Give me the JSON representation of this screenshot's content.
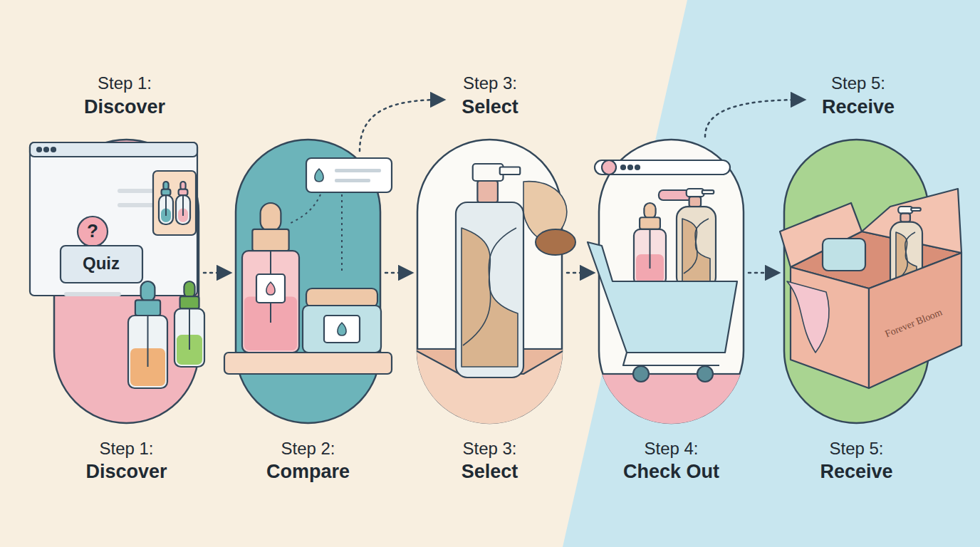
{
  "diagram": {
    "nodes": [
      {
        "text": [
          "Step 1:",
          "Discover"
        ]
      },
      {
        "text": [
          "Step 2:",
          "Compare"
        ]
      },
      {
        "text": [
          "Step 3:",
          "Select"
        ]
      },
      {
        "text": [
          "Step 4:",
          "Check Out"
        ]
      },
      {
        "text": [
          "Step 5:",
          "Receive"
        ]
      }
    ],
    "edges": [
      {
        "from": 0,
        "to": 1,
        "arrow": "to"
      },
      {
        "from": 1,
        "to": 2,
        "arrow": "to"
      },
      {
        "from": 2,
        "to": 3,
        "arrow": "to"
      },
      {
        "from": 3,
        "to": 4,
        "arrow": "to"
      }
    ],
    "labels": [
      "Step 1:",
      "Discover",
      "Step 3:",
      "Select",
      "Step 5:",
      "Receive",
      "?",
      "Quiz",
      "Forever Bloom"
    ]
  }
}
